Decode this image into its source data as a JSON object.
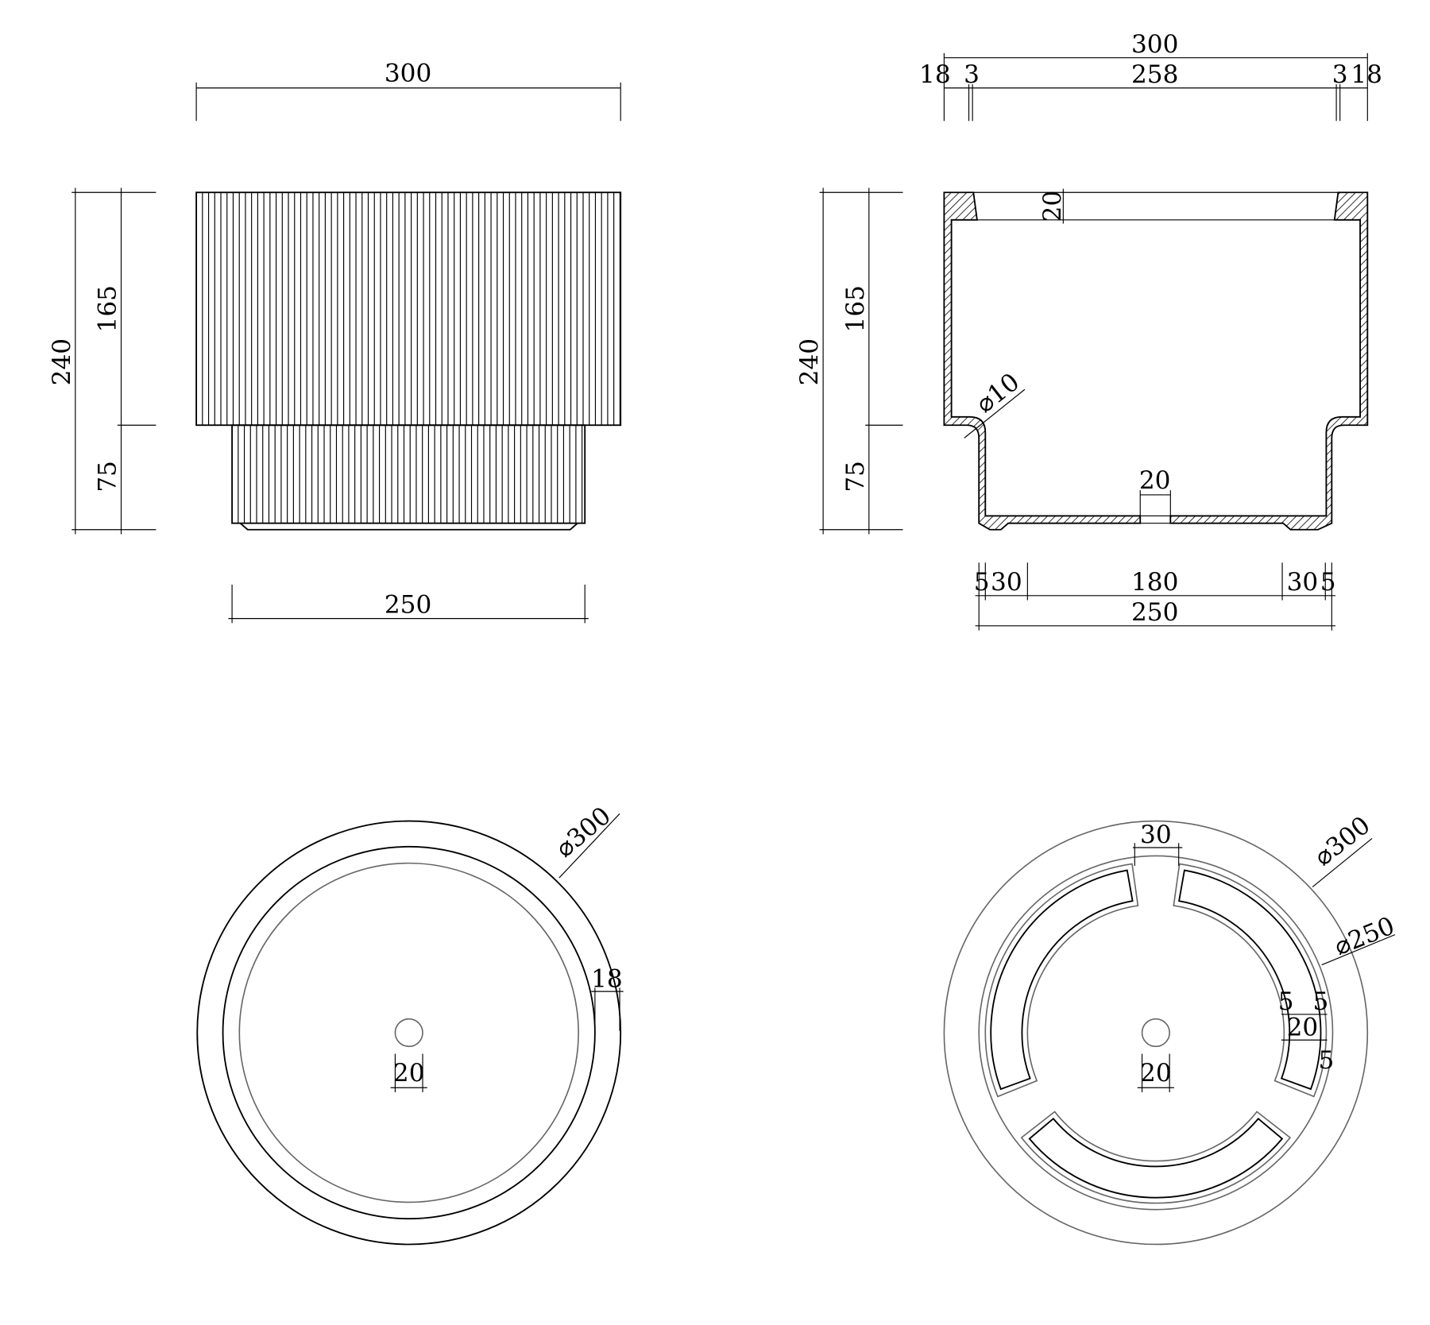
{
  "front_view": {
    "width_top": "300",
    "height_total": "240",
    "height_upper": "165",
    "height_lower": "75",
    "width_bottom": "250"
  },
  "section_view": {
    "width_total": "300",
    "rim_left": "18",
    "gap_left": "3",
    "inner_width": "258",
    "gap_right": "3",
    "rim_right": "18",
    "height_total": "240",
    "height_upper": "165",
    "height_lower": "75",
    "rim_depth": "20",
    "fillet": "⌀10",
    "drain": "20",
    "base_left_edge": "5",
    "base_left_foot": "30",
    "base_middle": "180",
    "base_right_foot": "30",
    "base_right_edge": "5",
    "width_bottom": "250"
  },
  "top_view": {
    "diameter": "⌀300",
    "wall": "18",
    "drain": "20"
  },
  "bottom_view": {
    "foot_gap": "30",
    "diameter_outer": "⌀300",
    "diameter_base": "⌀250",
    "foot_edge_a": "5",
    "foot_edge_b": "5",
    "foot_width": "20",
    "foot_edge_c": "5",
    "drain": "20"
  },
  "colors": {
    "line": "#000000",
    "secondary": "#666666"
  }
}
